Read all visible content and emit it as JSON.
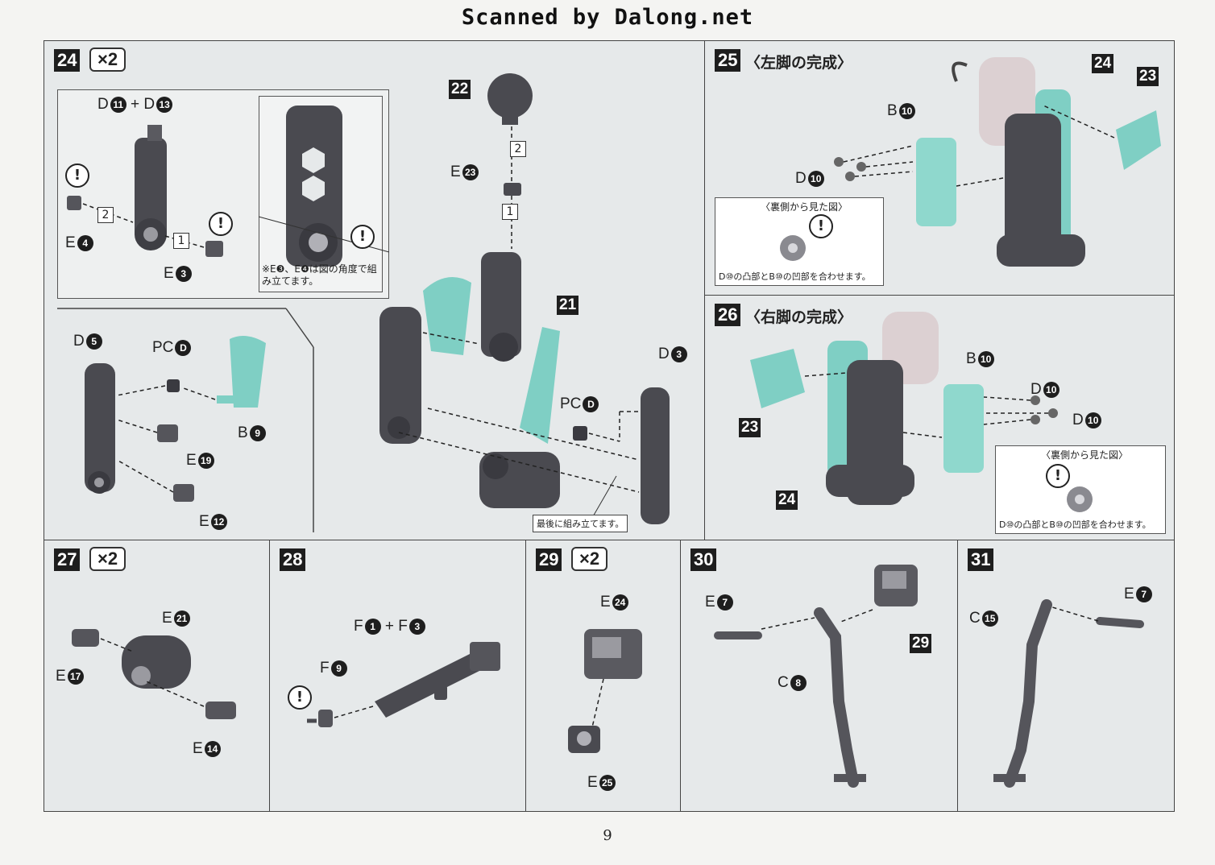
{
  "header": "Scanned by Dalong.net",
  "page_number": "9",
  "steps": {
    "s24": {
      "no": "24",
      "mult": "×2",
      "sub_a": {
        "top": "D",
        "n1": "11",
        "plus": "+",
        "top2": "D",
        "n2": "13",
        "e4": "E",
        "e4n": "4",
        "e3": "E",
        "e3n": "3",
        "s2": "2",
        "s1": "1",
        "note": "※E❸、E❹は図の角度で組み立てます。"
      },
      "sub_b": {
        "d5": "D",
        "d5n": "5",
        "pc": "PC",
        "pcn": "D",
        "b9": "B",
        "b9n": "9",
        "e19": "E",
        "e19n": "19",
        "e12": "E",
        "e12n": "12"
      },
      "main": {
        "t22": "22",
        "e23": "E",
        "e23n": "23",
        "s2": "2",
        "s1": "1",
        "t21": "21",
        "d3": "D",
        "d3n": "3",
        "pc": "PC",
        "pcn": "D",
        "last_note": "最後に組み立てます。"
      }
    },
    "s25": {
      "no": "25",
      "title": "〈左脚の完成〉",
      "t24": "24",
      "t23": "23",
      "b10": "B",
      "b10n": "10",
      "d10": "D",
      "d10n": "10",
      "inset_title": "〈裏側から見た図〉",
      "inset_note": "D⑩の凸部とB⑩の凹部を合わせます。"
    },
    "s26": {
      "no": "26",
      "title": "〈右脚の完成〉",
      "b10": "B",
      "b10n": "10",
      "d10a": "D",
      "d10an": "10",
      "d10b": "D",
      "d10bn": "10",
      "t23": "23",
      "t24": "24",
      "inset_title": "〈裏側から見た図〉",
      "inset_note": "D⑩の凸部とB⑩の凹部を合わせます。"
    },
    "s27": {
      "no": "27",
      "mult": "×2",
      "e21": "E",
      "e21n": "21",
      "e17": "E",
      "e17n": "17",
      "e14": "E",
      "e14n": "14"
    },
    "s28": {
      "no": "28",
      "f1": "F",
      "f1n": "1",
      "plus": "+",
      "f3": "F",
      "f3n": "3",
      "f9": "F",
      "f9n": "9"
    },
    "s29": {
      "no": "29",
      "mult": "×2",
      "e24": "E",
      "e24n": "24",
      "e25": "E",
      "e25n": "25"
    },
    "s30": {
      "no": "30",
      "e7": "E",
      "e7n": "7",
      "c8": "C",
      "c8n": "8",
      "t29": "29"
    },
    "s31": {
      "no": "31",
      "e7": "E",
      "e7n": "7",
      "c15": "C",
      "c15n": "15"
    }
  },
  "colors": {
    "part_gray": "#4a4a50",
    "part_teal": "#7fcfc4",
    "panel_bg": "#e6e9ea"
  }
}
